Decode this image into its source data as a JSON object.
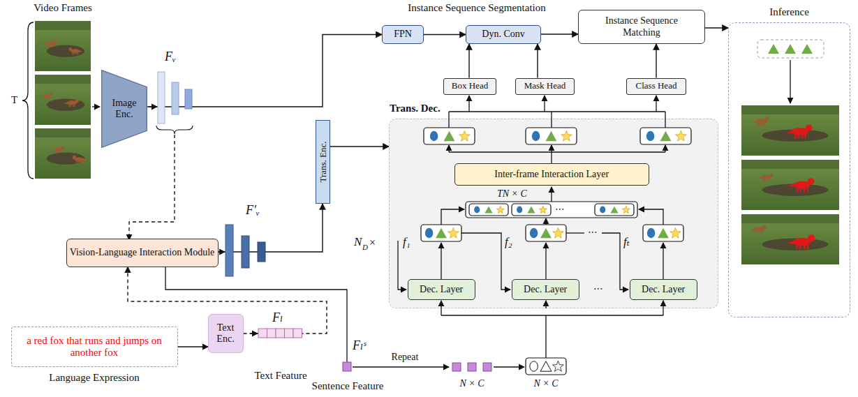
{
  "diagram": {
    "nodes": [
      {
        "text": [
          "Image Enc."
        ]
      },
      {
        "text": [
          "Trans. Enc."
        ]
      },
      {
        "text": [
          "Vision-Language Interaction Module"
        ]
      },
      {
        "text": [
          "a red fox that runs and jumps on another fox",
          "Language Expression"
        ]
      },
      {
        "text": [
          "Text Enc."
        ]
      },
      {
        "text": [
          "FPN"
        ]
      },
      {
        "text": [
          "Dyn. Conv"
        ]
      },
      {
        "text": [
          "Instance Sequence Matching"
        ]
      },
      {
        "text": [
          "Box Head"
        ]
      },
      {
        "text": [
          "Mask Head"
        ]
      },
      {
        "text": [
          "Class Head"
        ]
      },
      {
        "text": [
          "Trans. Dec."
        ]
      },
      {
        "text": [
          "Inter-frame Interaction Layer"
        ],
        "in": 11
      },
      {
        "text": [
          "Dec. Layer"
        ],
        "in": 11
      },
      {
        "text": [
          "Dec. Layer"
        ],
        "in": 11
      },
      {
        "text": [
          "Dec. Layer"
        ],
        "in": 11
      },
      {
        "text": [
          "Inference"
        ]
      }
    ],
    "edges": [
      {
        "from": 0,
        "to": 5,
        "arrow": "to"
      },
      {
        "from": 2,
        "to": 1,
        "arrow": "to"
      },
      {
        "from": 4,
        "to": 2,
        "arrow": "to"
      },
      {
        "from": 1,
        "to": 11,
        "arrow": "to"
      },
      {
        "from": 5,
        "to": 6,
        "arrow": "to"
      },
      {
        "from": 6,
        "to": 7,
        "arrow": "to"
      },
      {
        "from": 8,
        "to": 6,
        "arrow": "to"
      },
      {
        "from": 9,
        "to": 6,
        "arrow": "to"
      },
      {
        "from": 10,
        "to": 7,
        "arrow": "to"
      },
      {
        "from": 7,
        "to": 16,
        "arrow": "to"
      }
    ],
    "labels": [
      "Video Frames",
      "T",
      "Fᵥ",
      "F′ᵥ",
      "Fₗ",
      "Text Feature",
      "Fₗˢ",
      "Sentence Feature",
      "Repeat",
      "N × C",
      "N × C",
      "Instance Sequence Segmentation",
      "TN × C",
      "N",
      "D",
      "×",
      "f₁",
      "f₂",
      "fₜ",
      "⋯",
      "⋯",
      "⋯"
    ]
  }
}
